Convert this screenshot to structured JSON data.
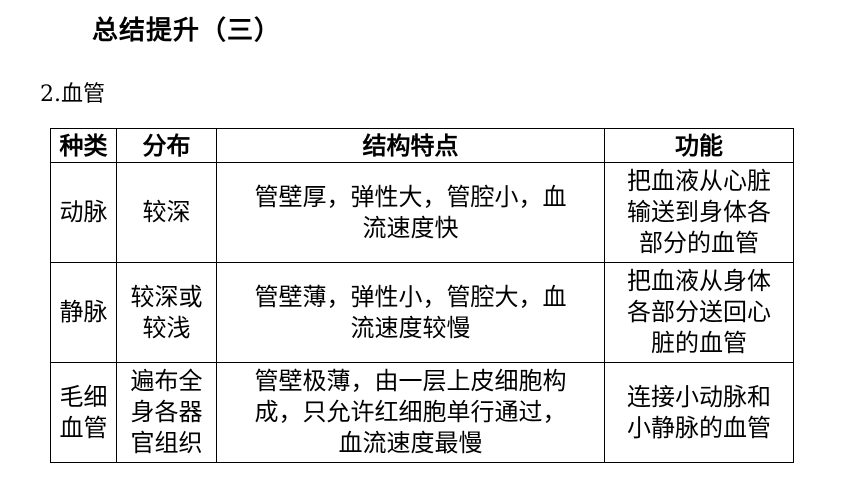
{
  "title": "总结提升（三）",
  "subtitle": "2.血管",
  "table": {
    "headers": [
      "种类",
      "分布",
      "结构特点",
      "功能"
    ],
    "rows": [
      [
        "动脉",
        "较深",
        "管壁厚，弹性大，管腔小，血\n流速度快",
        "把血液从心脏\n输送到身体各\n部分的血管"
      ],
      [
        "静脉",
        "较深或\n较浅",
        "管壁薄，弹性小，管腔大，血\n流速度较慢",
        "把血液从身体\n各部分送回心\n脏的血管"
      ],
      [
        "毛细\n血管",
        "遍布全\n身各器\n官组织",
        "管壁极薄，由一层上皮细胞构\n成，只允许红细胞单行通过，\n血流速度最慢",
        "连接小动脉和\n小静脉的血管"
      ]
    ]
  }
}
